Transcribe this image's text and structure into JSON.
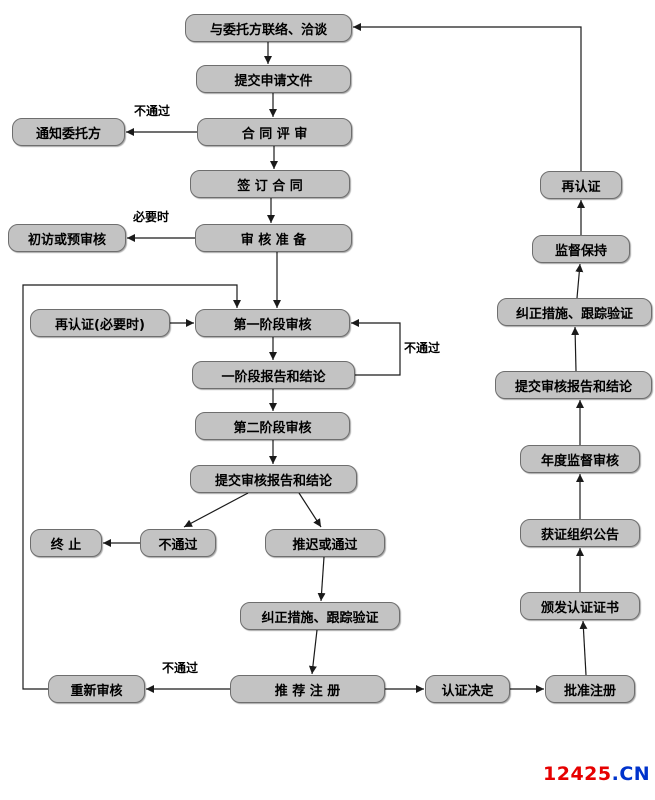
{
  "diagram": {
    "nodes": {
      "contact": "与委托方联络、洽谈",
      "submit_application": "提交申请文件",
      "contract_review": "合 同 评 审",
      "notify_client": "通知委托方",
      "sign_contract": "签 订 合 同",
      "audit_prep": "审 核 准 备",
      "initial_visit": "初访或预审核",
      "recert_if_needed": "再认证(必要时)",
      "stage1_audit": "第一阶段审核",
      "stage1_report": "一阶段报告和结论",
      "stage2_audit": "第二阶段审核",
      "submit_audit_report": "提交审核报告和结论",
      "terminate": "终 止",
      "fail": "不通过",
      "postpone_or_pass": "推迟或通过",
      "corrective_main": "纠正措施、跟踪验证",
      "recommend_register": "推 荐 注 册",
      "re_audit": "重新审核",
      "cert_decision": "认证决定",
      "approve_register": "批准注册",
      "issue_cert": "颁发认证证书",
      "org_announce": "获证组织公告",
      "annual_supervision": "年度监督审核",
      "submit_report_right": "提交审核报告和结论",
      "corrective_right": "纠正措施、跟踪验证",
      "supervision_keep": "监督保持",
      "recertification": "再认证"
    },
    "edge_labels": {
      "contract_fail": "不通过",
      "when_necessary": "必要时",
      "stage1_fail": "不通过",
      "register_fail": "不通过"
    },
    "colors": {
      "node_fill": "#c3c3c3",
      "node_border": "#6e6e6e",
      "line": "#1a1a1a"
    }
  },
  "watermark": {
    "text_red": "12425",
    "text_blue": ".CN",
    "color_red": "#e60000",
    "color_blue": "#0033cc"
  }
}
